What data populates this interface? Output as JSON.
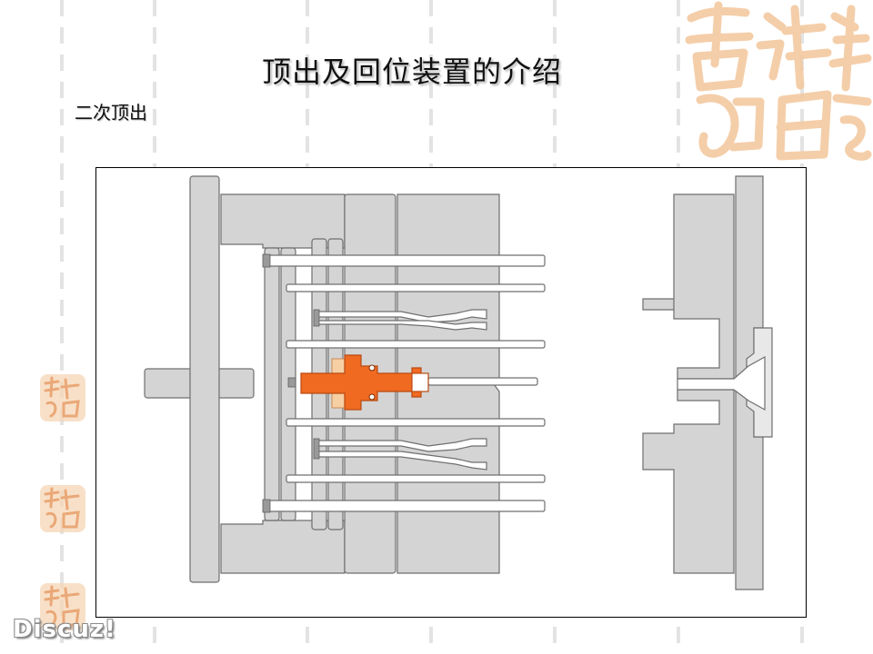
{
  "page": {
    "title": "顶出及回位装置的介绍",
    "subtitle": "二次顶出",
    "watermark": "Discuz!"
  },
  "colors": {
    "plate_fill": "#d4d4d4",
    "plate_stroke": "#6f6f6f",
    "pin_fill": "#ffffff",
    "highlight": "#f06a21",
    "highlight_light": "#f6cfa4",
    "seal": "#f3c9a0"
  },
  "icons": [
    "large-seal-icon",
    "small-seal-icon"
  ]
}
